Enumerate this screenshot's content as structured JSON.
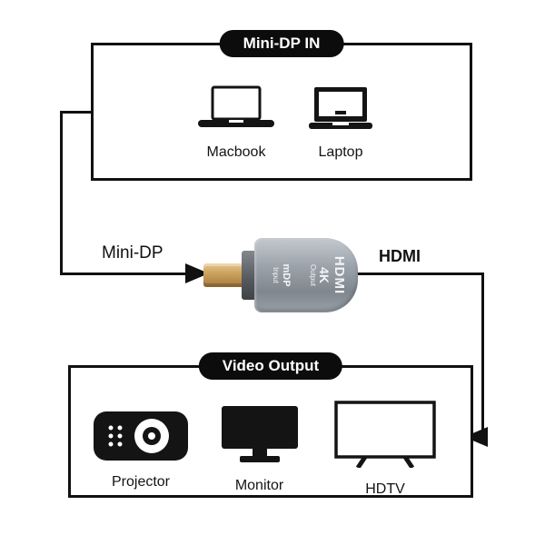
{
  "colors": {
    "line": "#111111",
    "badge_bg": "#0c0c0c",
    "badge_text": "#ffffff",
    "adapter_body": "#9aa1a9",
    "adapter_plug": "#c99f5c",
    "text": "#141414"
  },
  "input_box": {
    "title": "Mini-DP IN",
    "devices": [
      {
        "label": "Macbook",
        "icon": "macbook-icon"
      },
      {
        "label": "Laptop",
        "icon": "laptop-icon"
      }
    ]
  },
  "connector": {
    "left_label": "Mini-DP",
    "right_label": "HDMI"
  },
  "adapter": {
    "port_text": "mDP",
    "port_sub_text": "Input",
    "out_text": "HDMI",
    "out_res_text": "4K",
    "out_sub_text": "Output"
  },
  "output_box": {
    "title": "Video Output",
    "devices": [
      {
        "label": "Projector",
        "icon": "projector-icon"
      },
      {
        "label": "Monitor",
        "icon": "monitor-icon"
      },
      {
        "label": "HDTV",
        "icon": "hdtv-icon"
      }
    ]
  }
}
